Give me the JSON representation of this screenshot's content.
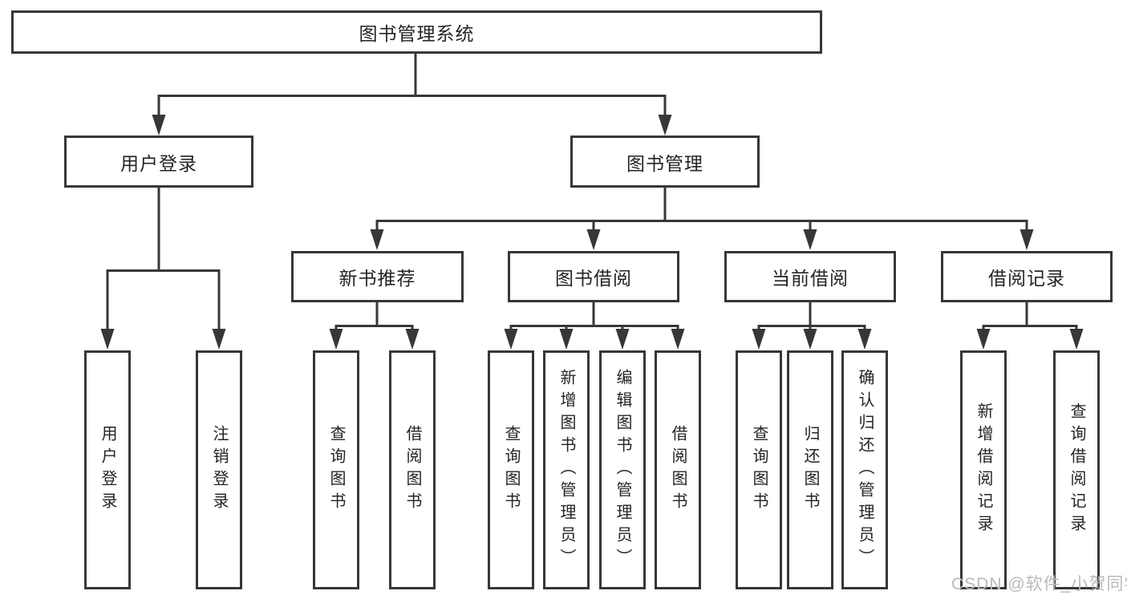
{
  "diagram_title": "图书管理系统",
  "nodes": {
    "root": "图书管理系统",
    "userLogin": "用户登录",
    "bookManagement": "图书管理",
    "newBookRecommend": "新书推荐",
    "bookBorrow": "图书借阅",
    "currentBorrow": "当前借阅",
    "borrowRecord": "借阅记录",
    "leafUserLogin": "用户登录",
    "leafLogout": "注销登录",
    "leafQueryBookA": "查询图书",
    "leafBorrowBookA": "借阅图书",
    "leafQueryBookB": "查询图书",
    "leafAddBook": "新增图书（管理员）",
    "leafEditBook": "编辑图书（管理员）",
    "leafBorrowBookB": "借阅图书",
    "leafQueryBookC": "查询图书",
    "leafReturnBook": "归还图书",
    "leafConfirmReturn": "确认归还（管理员）",
    "leafAddBorrowRecord": "新增借阅记录",
    "leafQueryBorrowRecord": "查询借阅记录"
  },
  "hierarchy": {
    "图书管理系统": [
      "用户登录",
      "图书管理"
    ],
    "用户登录": [
      "用户登录",
      "注销登录"
    ],
    "图书管理": [
      "新书推荐",
      "图书借阅",
      "当前借阅",
      "借阅记录"
    ],
    "新书推荐": [
      "查询图书",
      "借阅图书"
    ],
    "图书借阅": [
      "查询图书",
      "新增图书（管理员）",
      "编辑图书（管理员）",
      "借阅图书"
    ],
    "当前借阅": [
      "查询图书",
      "归还图书",
      "确认归还（管理员）"
    ],
    "借阅记录": [
      "新增借阅记录",
      "查询借阅记录"
    ]
  },
  "watermark": {
    "text": "CSDN @软件_小贺同学",
    "color": "#b9b9b9"
  },
  "colors": {
    "line": "#373737",
    "box_border": "#373737",
    "text": "#242424",
    "background": "#ffffff"
  }
}
